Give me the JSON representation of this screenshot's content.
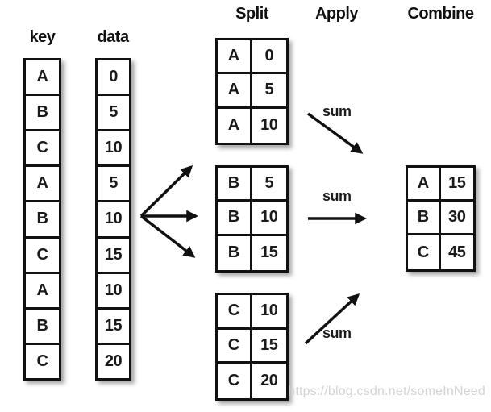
{
  "headers": {
    "key": "key",
    "data": "data",
    "split": "Split",
    "apply": "Apply",
    "combine": "Combine"
  },
  "key_column": [
    "A",
    "B",
    "C",
    "A",
    "B",
    "C",
    "A",
    "B",
    "C"
  ],
  "data_column": [
    "0",
    "5",
    "10",
    "5",
    "10",
    "15",
    "10",
    "15",
    "20"
  ],
  "split_tables": [
    {
      "group": "A",
      "rows": [
        [
          "A",
          "0"
        ],
        [
          "A",
          "5"
        ],
        [
          "A",
          "10"
        ]
      ]
    },
    {
      "group": "B",
      "rows": [
        [
          "B",
          "5"
        ],
        [
          "B",
          "10"
        ],
        [
          "B",
          "15"
        ]
      ]
    },
    {
      "group": "C",
      "rows": [
        [
          "C",
          "10"
        ],
        [
          "C",
          "15"
        ],
        [
          "C",
          "20"
        ]
      ]
    }
  ],
  "apply_labels": [
    "sum",
    "sum",
    "sum"
  ],
  "combine_table": {
    "rows": [
      [
        "A",
        "15"
      ],
      [
        "B",
        "30"
      ],
      [
        "C",
        "45"
      ]
    ]
  },
  "watermark": "https://blog.csdn.net/someInNeed",
  "colors": {
    "border": "#111111",
    "text": "#1a1a1a",
    "arrow": "#111111",
    "watermark": "#d3d3d3",
    "background": "#ffffff"
  }
}
